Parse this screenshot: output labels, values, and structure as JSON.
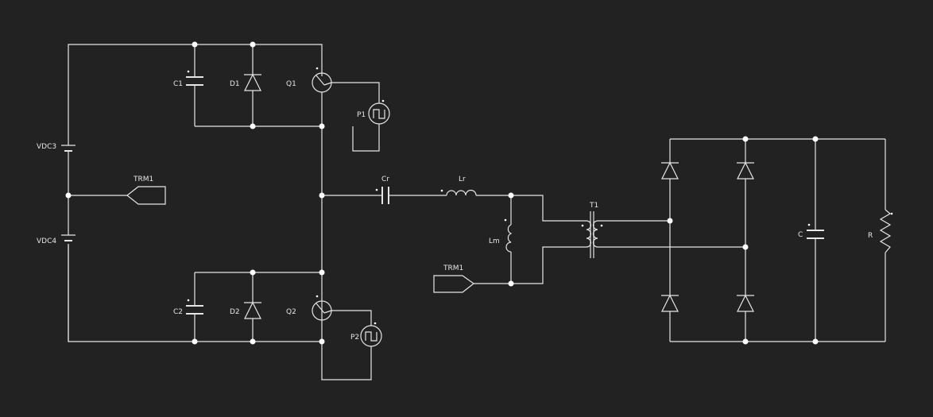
{
  "diagram": {
    "colors": {
      "background": "#222222",
      "wire": "#e6e6e6",
      "junction": "#ffffff"
    },
    "labels": {
      "vdc3": "VDC3",
      "vdc4": "VDC4",
      "trm1_left": "TRM1",
      "trm1_mid": "TRM1",
      "c1": "C1",
      "d1": "D1",
      "q1": "Q1",
      "p1": "P1",
      "c2": "C2",
      "d2": "D2",
      "q2": "Q2",
      "p2": "P2",
      "cr": "Cr",
      "lr": "Lr",
      "lm": "Lm",
      "t1": "T1",
      "c": "C",
      "r": "R"
    }
  }
}
